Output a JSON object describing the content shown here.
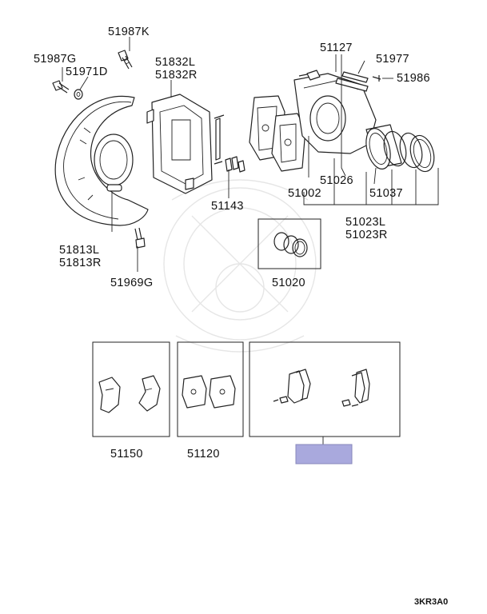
{
  "labels": {
    "p51987k": "51987K",
    "p51987g": "51987G",
    "p51971d": "51971D",
    "p51832l": "51832L",
    "p51832r": "51832R",
    "p51127": "51127",
    "p51977": "51977",
    "p51986": "51986",
    "p51026": "51026",
    "p51002": "51002",
    "p51037": "51037",
    "p51023l": "51023L",
    "p51023r": "51023R",
    "p51143": "51143",
    "p51813l": "51813L",
    "p51813r": "51813R",
    "p51969g": "51969G",
    "p51020": "51020",
    "p51150": "51150",
    "p51120": "51120"
  },
  "footer_code": "3KR3A0",
  "colors": {
    "highlight_box": "#a9a9dd",
    "line": "#222222",
    "watermark": "#e6e6e6"
  }
}
